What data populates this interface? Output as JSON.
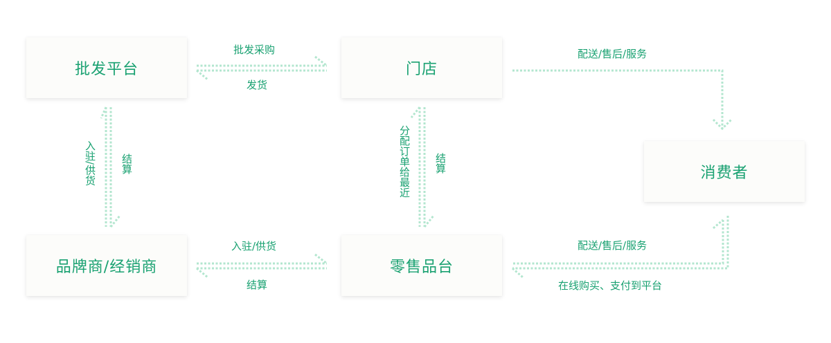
{
  "nodes": {
    "wholesale_platform": "批发平台",
    "store": "门店",
    "consumer": "消费者",
    "brand_distributor": "品牌商/经销商",
    "retail_platform": "零售品台"
  },
  "edges": {
    "purchase": "批发采购",
    "ship": "发货",
    "service_top": "配送/售后/服务",
    "enter_supply_left": "入驻/供货",
    "settle_left": "结算",
    "dispatch_orders": "分配订单给最近",
    "settle_mid": "结算",
    "enter_supply_bottom": "入驻/供货",
    "settle_bottom": "结算",
    "service_bottom": "配送/售后/服务",
    "online_purchase": "在线购买、支付到平台"
  },
  "colors": {
    "accent_text": "#19a171",
    "arrow": "#b3e6cf",
    "node_bg": "#fcfcfa"
  }
}
